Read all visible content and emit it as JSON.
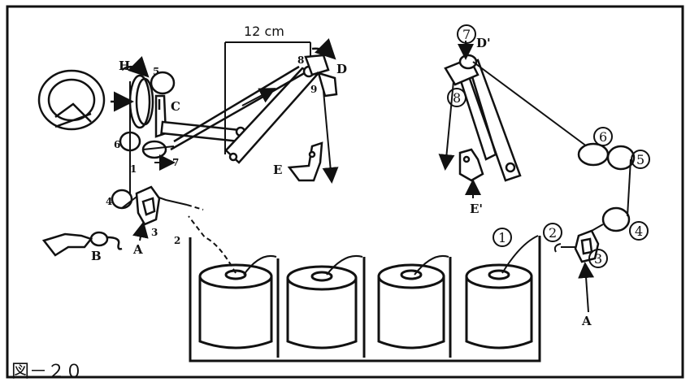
{
  "figure_caption": "図－２０",
  "dimension_label": "12 cm",
  "labels": {
    "H": "H",
    "C": "C",
    "D": "D",
    "E": "E",
    "B": "B",
    "A_left": "A",
    "A_right": "A",
    "D_prime": "D'",
    "E_prime": "E'",
    "n8": "8",
    "n9": "9",
    "n5": "5",
    "n6": "6",
    "n7": "7",
    "n4": "4",
    "n3": "3",
    "n2": "2",
    "n1": "1"
  },
  "circled": {
    "c1": "1",
    "c2": "2",
    "c3": "3",
    "c4": "4",
    "c5": "5",
    "c6": "6",
    "c7": "7",
    "c8": "8"
  }
}
